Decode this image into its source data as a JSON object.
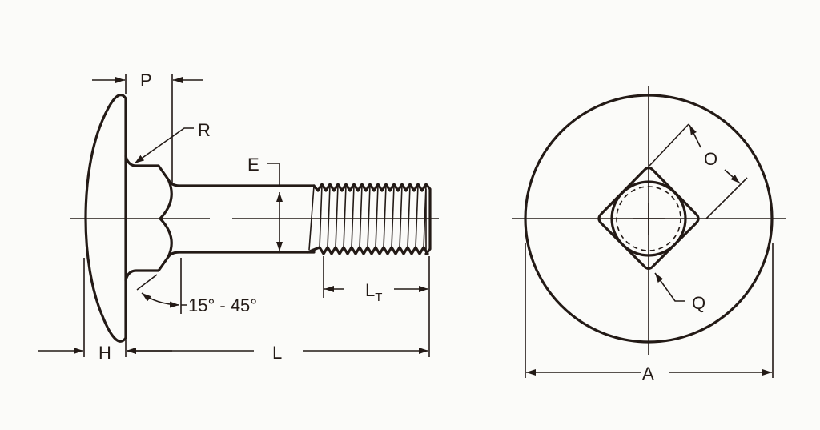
{
  "title": "Carriage bolt dimensions",
  "side_view": {
    "labels": {
      "P": "P",
      "R": "R",
      "E": "E",
      "angle": "15° - 45°",
      "H": "H",
      "L": "L",
      "LT_main": "L",
      "LT_sub": "T"
    }
  },
  "end_view": {
    "labels": {
      "O": "O",
      "Q": "Q",
      "A": "A"
    }
  },
  "colors": {
    "ink": "#231a16",
    "paper": "#fbfbf9"
  }
}
